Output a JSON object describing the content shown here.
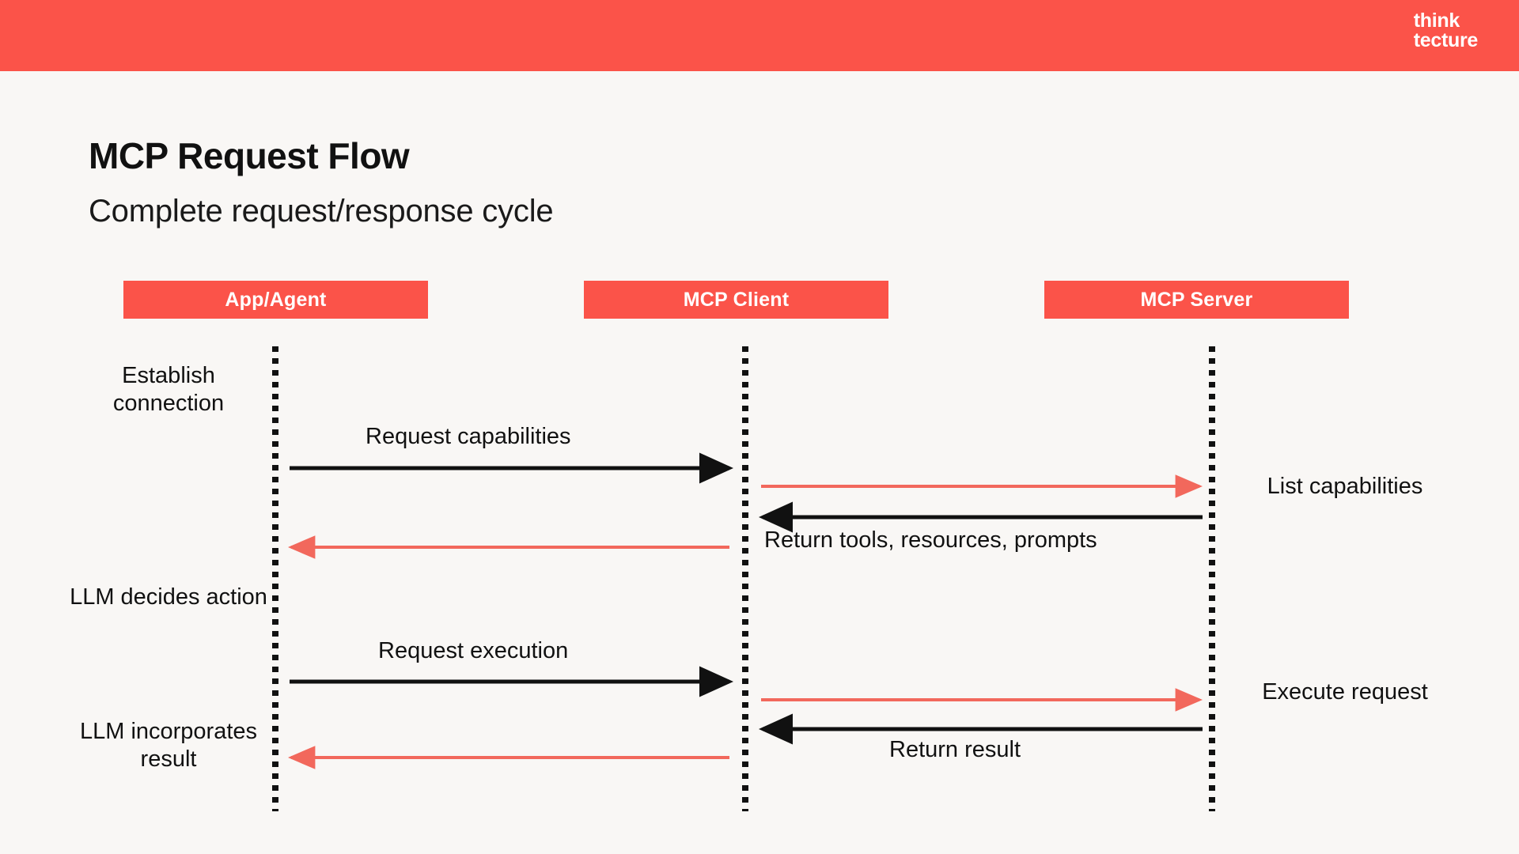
{
  "brand": {
    "logo_line1": "think",
    "logo_line2": "tecture",
    "bar_color": "#fb5349"
  },
  "slide": {
    "title": "MCP Request Flow",
    "subtitle": "Complete request/response cycle",
    "background_color": "#f9f7f5",
    "text_color": "#111111"
  },
  "diagram": {
    "type": "sequence-diagram",
    "participants": [
      {
        "id": "app",
        "label": "App/Agent"
      },
      {
        "id": "client",
        "label": "MCP Client"
      },
      {
        "id": "server",
        "label": "MCP Server"
      }
    ],
    "phase_notes_left": [
      {
        "id": "establish",
        "label": "Establish connection"
      },
      {
        "id": "llm-decide",
        "label": "LLM decides action"
      },
      {
        "id": "llm-incorp",
        "label": "LLM incorporates result"
      }
    ],
    "phase_notes_right": [
      {
        "id": "list-capabilities",
        "label": "List capabilities"
      },
      {
        "id": "execute-request",
        "label": "Execute request"
      }
    ],
    "messages": [
      {
        "id": "request-capabilities",
        "label": "Request capabilities",
        "from": "app",
        "to": "client",
        "direction": "right",
        "color": "#111111"
      },
      {
        "id": "list-capabilities",
        "label": "",
        "from": "client",
        "to": "server",
        "direction": "right",
        "color": "#f2685c"
      },
      {
        "id": "return-tools",
        "label": "Return tools, resources, prompts",
        "from": "server",
        "to": "client",
        "direction": "left",
        "color": "#111111"
      },
      {
        "id": "capabilities-back",
        "label": "",
        "from": "client",
        "to": "app",
        "direction": "left",
        "color": "#f2685c"
      },
      {
        "id": "request-execution",
        "label": "Request execution",
        "from": "app",
        "to": "client",
        "direction": "right",
        "color": "#111111"
      },
      {
        "id": "execute-request",
        "label": "",
        "from": "client",
        "to": "server",
        "direction": "right",
        "color": "#f2685c"
      },
      {
        "id": "return-result",
        "label": "Return result",
        "from": "server",
        "to": "client",
        "direction": "left",
        "color": "#111111"
      },
      {
        "id": "result-back",
        "label": "",
        "from": "client",
        "to": "app",
        "direction": "left",
        "color": "#f2685c"
      }
    ],
    "colors": {
      "accent_red": "#fb5349",
      "arrow_red": "#f2685c",
      "arrow_black": "#111111",
      "lifeline": "#111111"
    }
  }
}
